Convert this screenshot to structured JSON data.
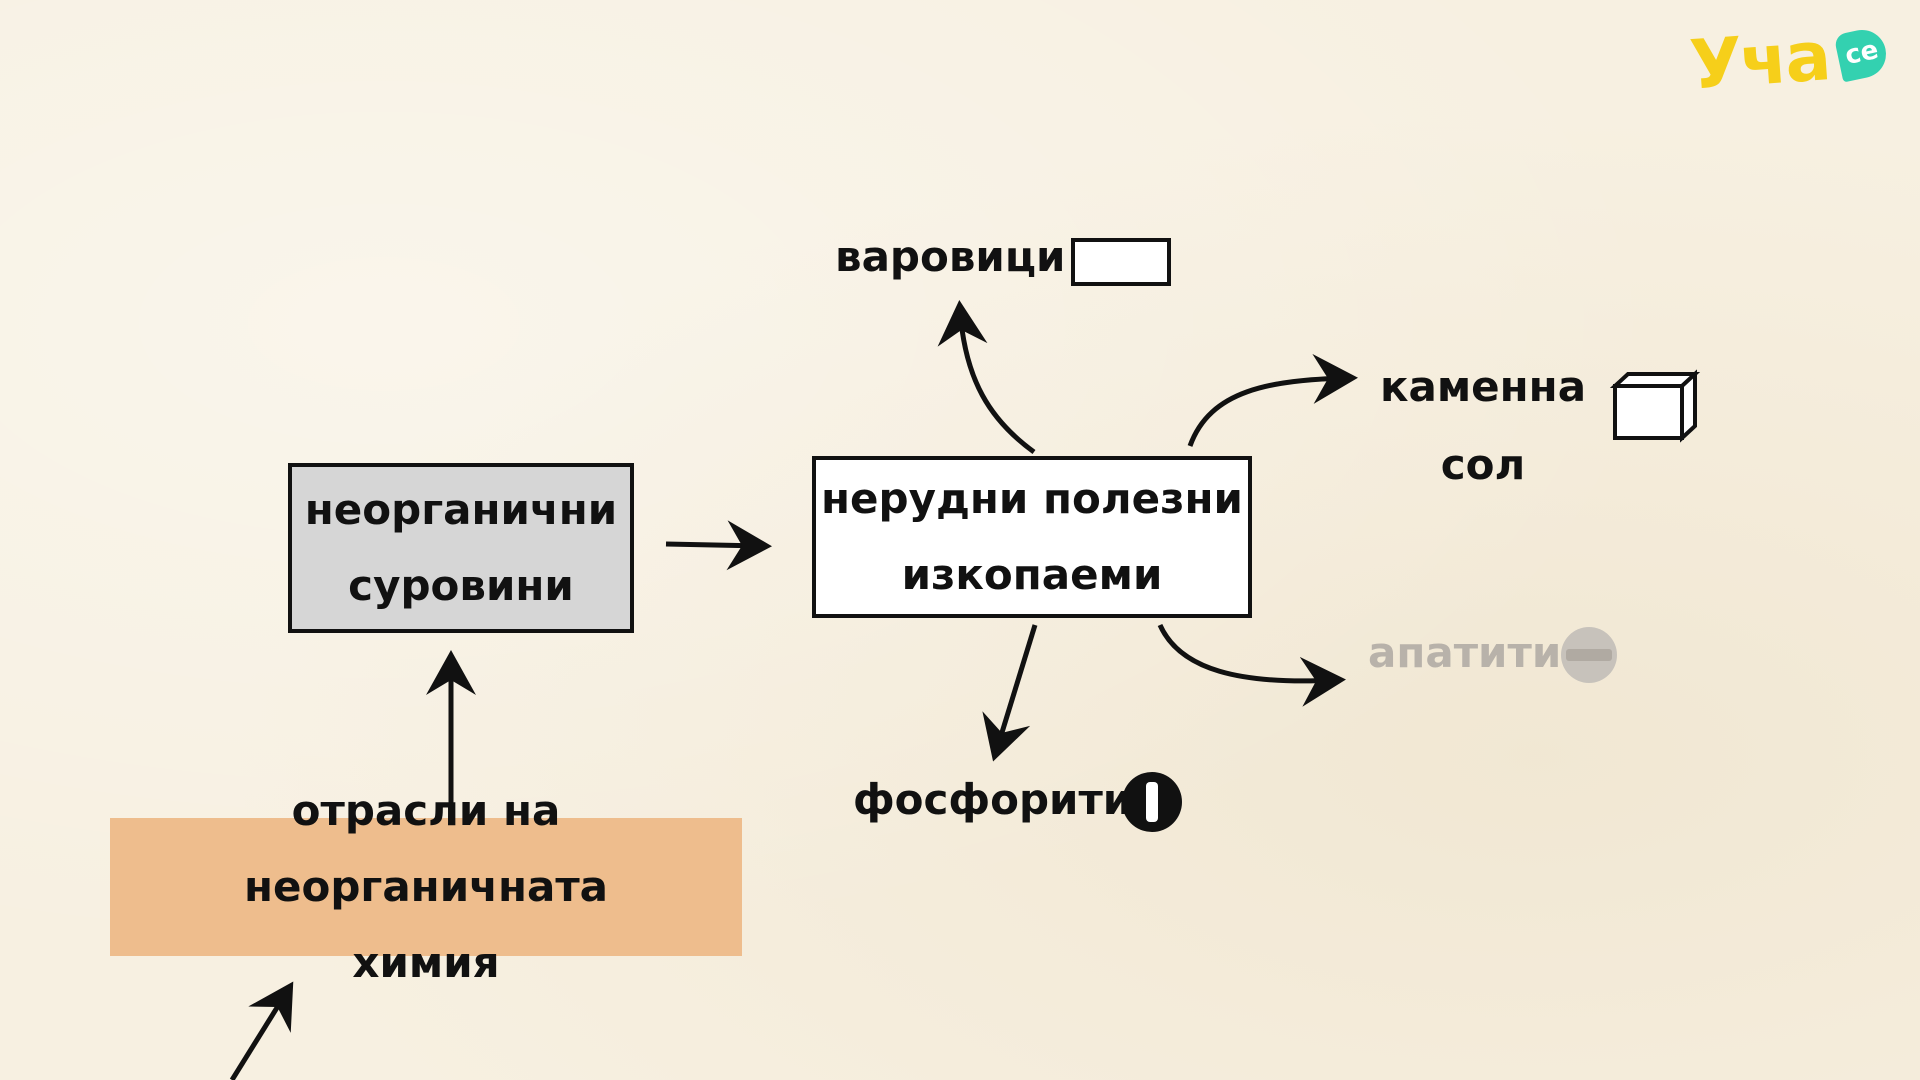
{
  "diagram": {
    "nodes": {
      "inorganic_raw": {
        "line1": "неорганични",
        "line2": "суровини"
      },
      "nonmetallic": {
        "line1": "нерудни полезни",
        "line2": "изкопаеми"
      },
      "branches": {
        "line1": "отрасли на неорганичната",
        "line2": "химия"
      }
    },
    "labels": {
      "limestone": "варовици",
      "rocksalt_line1": "каменна",
      "rocksalt_line2": "сол",
      "apatite": "апатити",
      "phosphorite": "фосфорити"
    }
  },
  "logo": {
    "text": "Уча",
    "badge": "се"
  },
  "colors": {
    "background": "#f7f0e1",
    "inorganic_box": "#d6d6d6",
    "nonmetallic_box": "#ffffff",
    "branches_box": "#eebd8d",
    "apatite_text": "#b8b2aa",
    "logo_yellow": "#f6cf1a",
    "logo_teal": "#33d1b0"
  }
}
